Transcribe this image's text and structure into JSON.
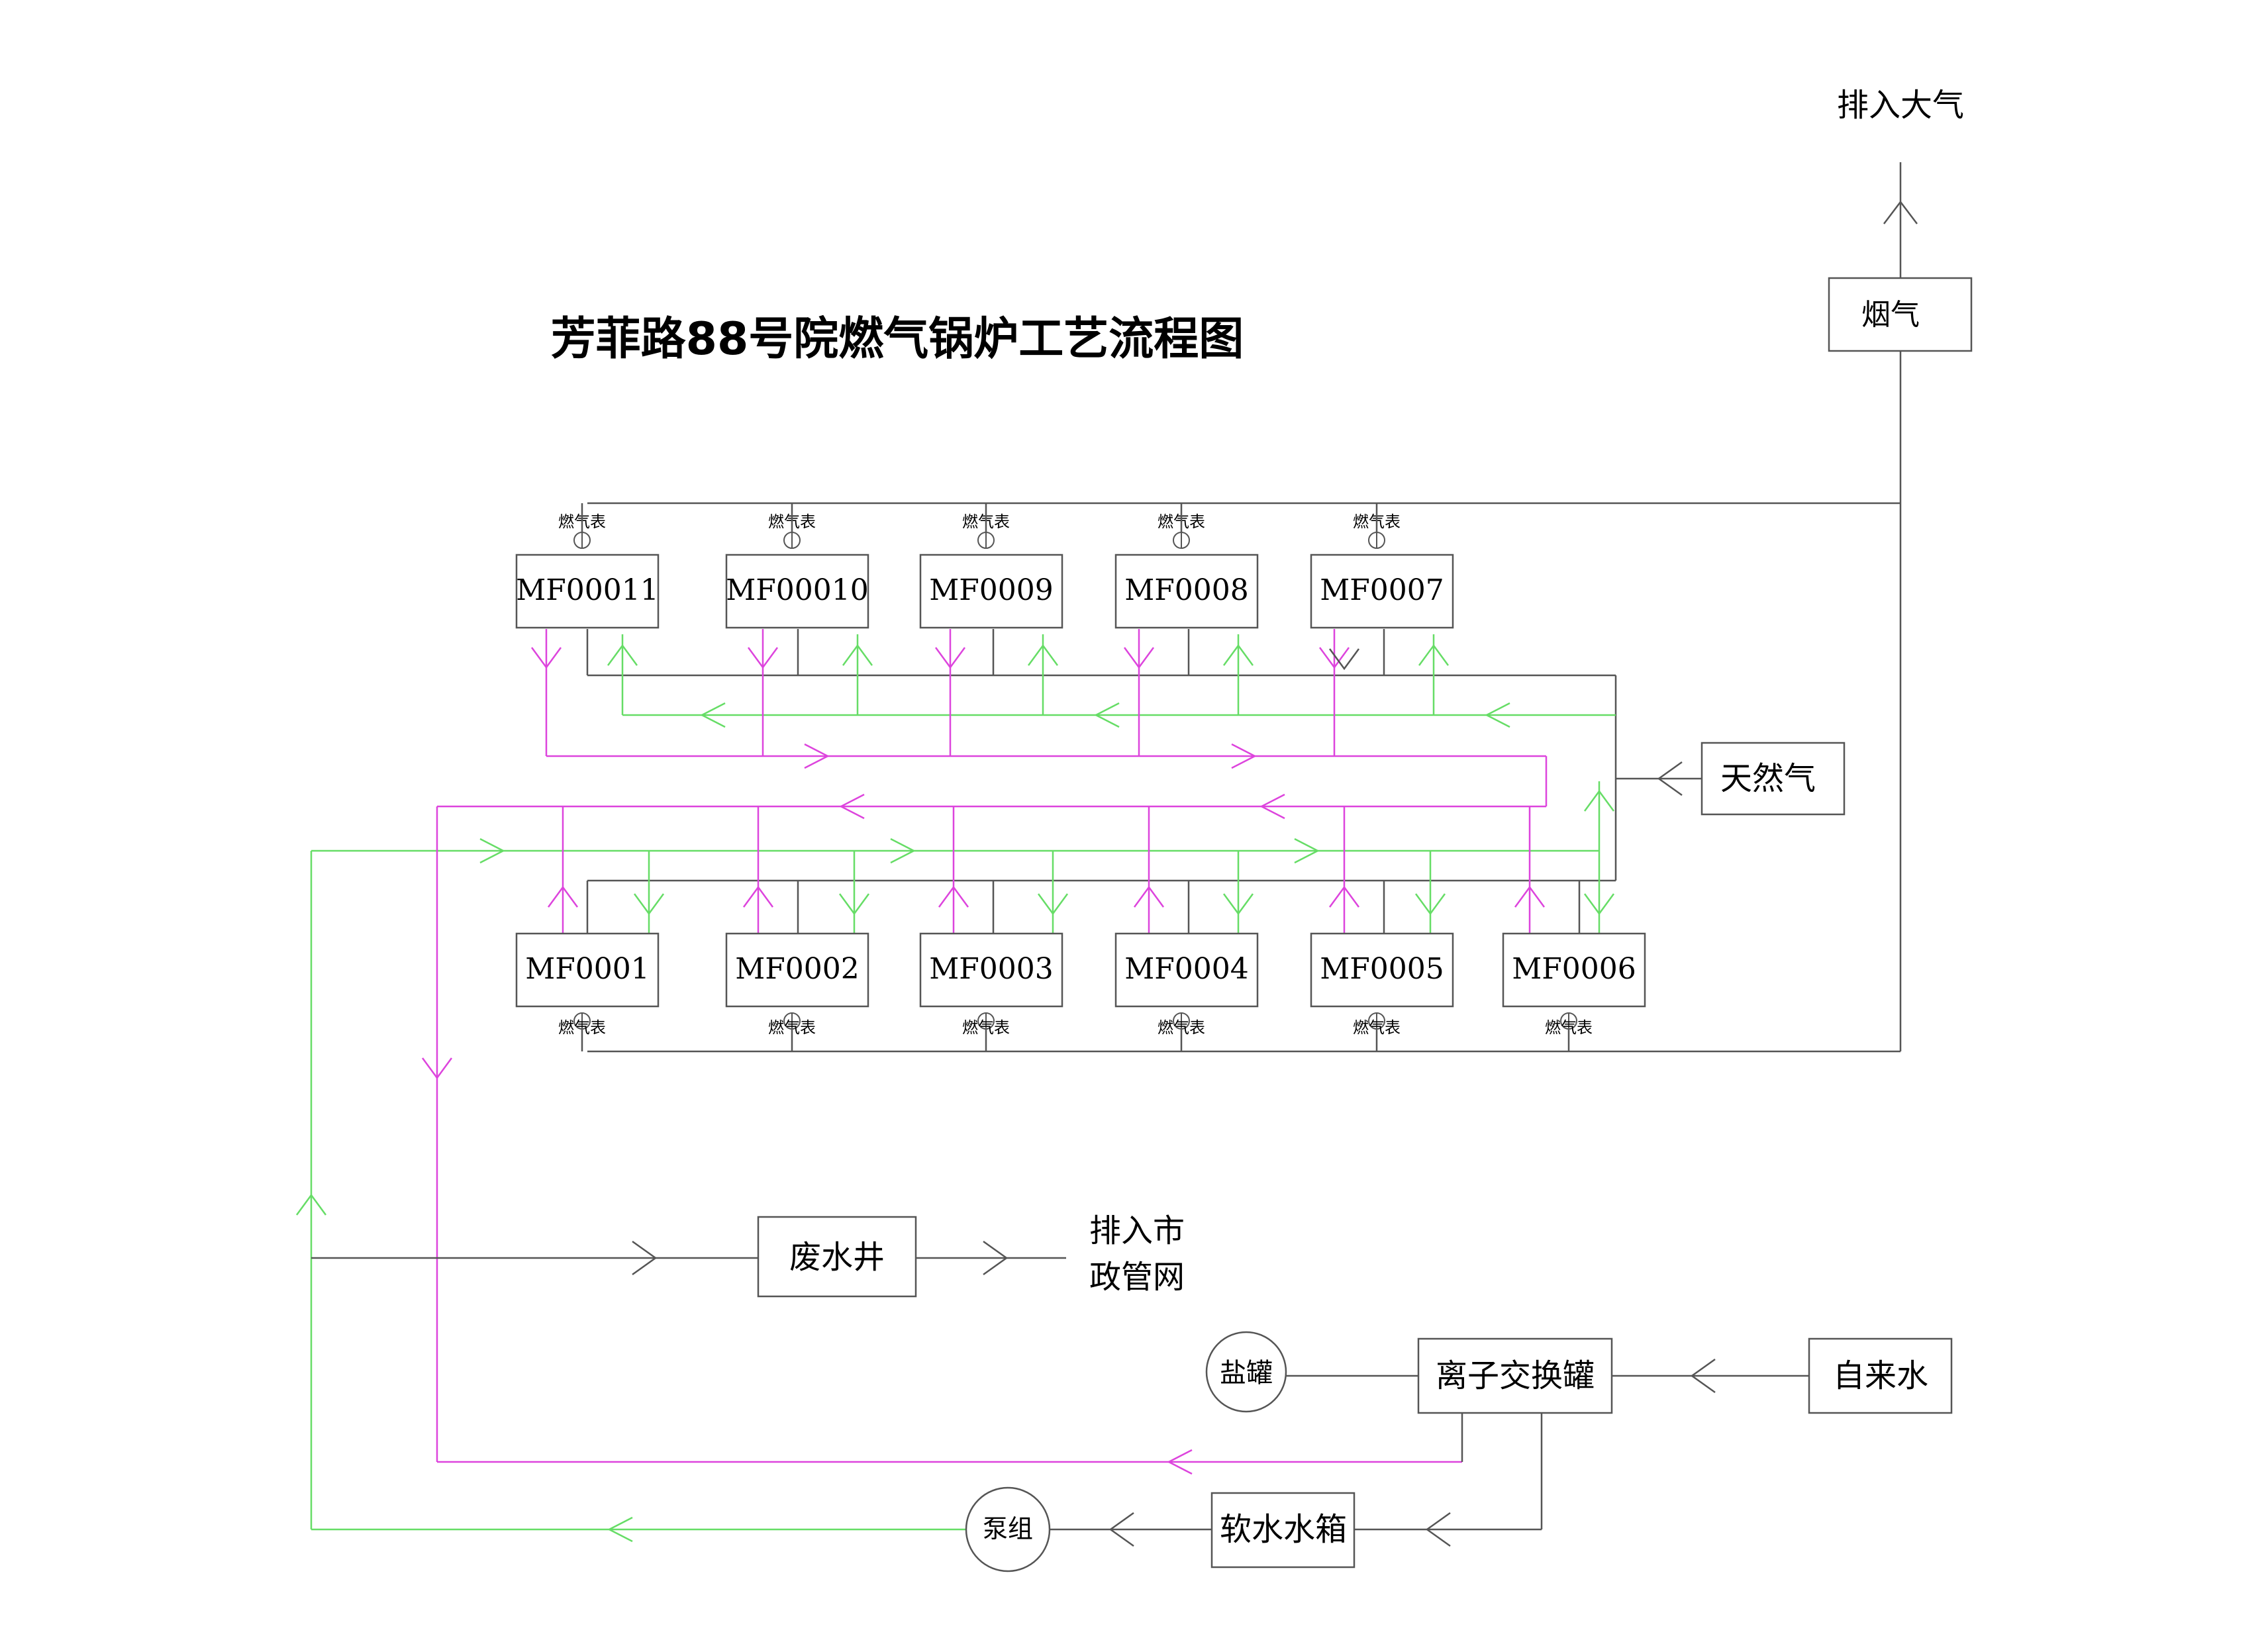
{
  "title": "芳菲路88号院燃气锅炉工艺流程图",
  "exhaust": {
    "flue_gas": "烟气",
    "to_atmosphere": "排入大气"
  },
  "natural_gas": "天然气",
  "gas_meter_label": "燃气表",
  "boilers_top": [
    "MF00011",
    "MF00010",
    "MF0009",
    "MF0008",
    "MF0007"
  ],
  "boilers_bottom": [
    "MF0001",
    "MF0002",
    "MF0003",
    "MF0004",
    "MF0005",
    "MF0006"
  ],
  "waste_well": "废水井",
  "to_municipal": [
    "排入市",
    "政管网"
  ],
  "salt_tank": "盐罐",
  "ion_exchanger": "离子交换罐",
  "tap_water": "自来水",
  "soft_water_tank": "软水水箱",
  "pump_group": "泵组",
  "colors": {
    "line": "#555555",
    "supply_water": "#66dd66",
    "return_water": "#dd44dd",
    "text": "#000000"
  }
}
